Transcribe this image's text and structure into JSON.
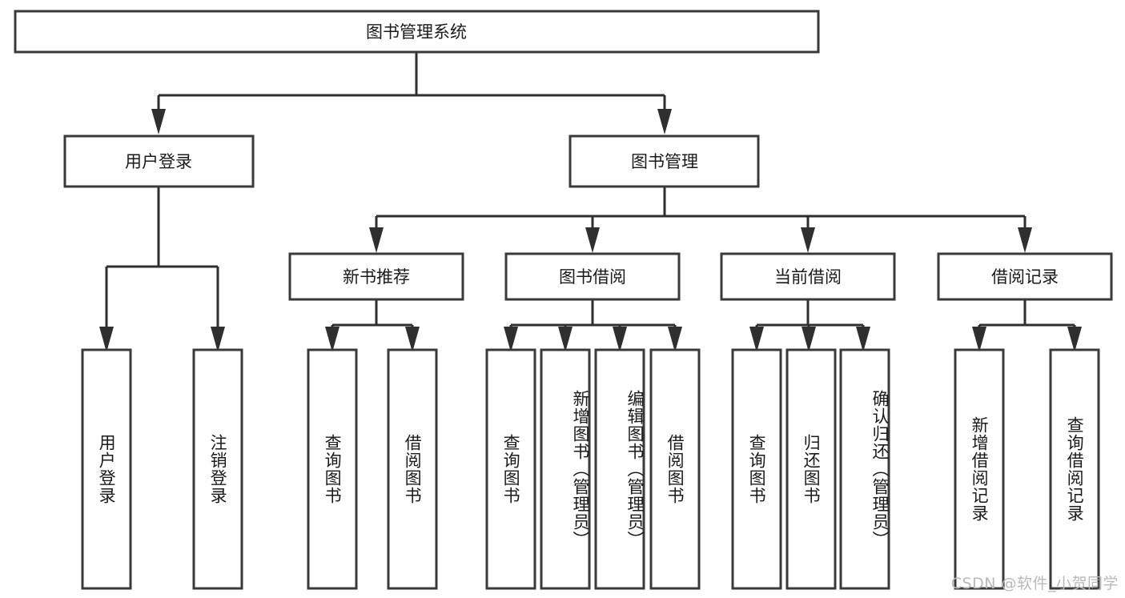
{
  "diagram": {
    "type": "tree-hierarchy",
    "title": "图书管理系统",
    "watermark": "CSDN @软件_小贺同学",
    "colors": {
      "box_stroke": "#3a3a3a",
      "connector": "#2f2f2f",
      "background": "#ffffff",
      "text": "#1a1a1a",
      "watermark": "#b9b9b9"
    },
    "levels": {
      "root": {
        "label": "图书管理系统"
      },
      "level2": [
        {
          "label": "用户登录"
        },
        {
          "label": "图书管理"
        }
      ],
      "level3": [
        {
          "label": "新书推荐"
        },
        {
          "label": "图书借阅"
        },
        {
          "label": "当前借阅"
        },
        {
          "label": "借阅记录"
        }
      ],
      "leaves": [
        {
          "label": "用户登录",
          "parent": "用户登录"
        },
        {
          "label": "注销登录",
          "parent": "用户登录"
        },
        {
          "label": "查询图书",
          "parent": "新书推荐"
        },
        {
          "label": "借阅图书",
          "parent": "新书推荐"
        },
        {
          "label": "查询图书",
          "parent": "图书借阅"
        },
        {
          "label": "新增图书（管理员）",
          "parent": "图书借阅"
        },
        {
          "label": "编辑图书（管理员）",
          "parent": "图书借阅"
        },
        {
          "label": "借阅图书",
          "parent": "图书借阅"
        },
        {
          "label": "查询图书",
          "parent": "当前借阅"
        },
        {
          "label": "归还图书",
          "parent": "当前借阅"
        },
        {
          "label": "确认归还（管理员）",
          "parent": "当前借阅"
        },
        {
          "label": "新增借阅记录",
          "parent": "借阅记录"
        },
        {
          "label": "查询借阅记录",
          "parent": "借阅记录"
        }
      ]
    }
  }
}
